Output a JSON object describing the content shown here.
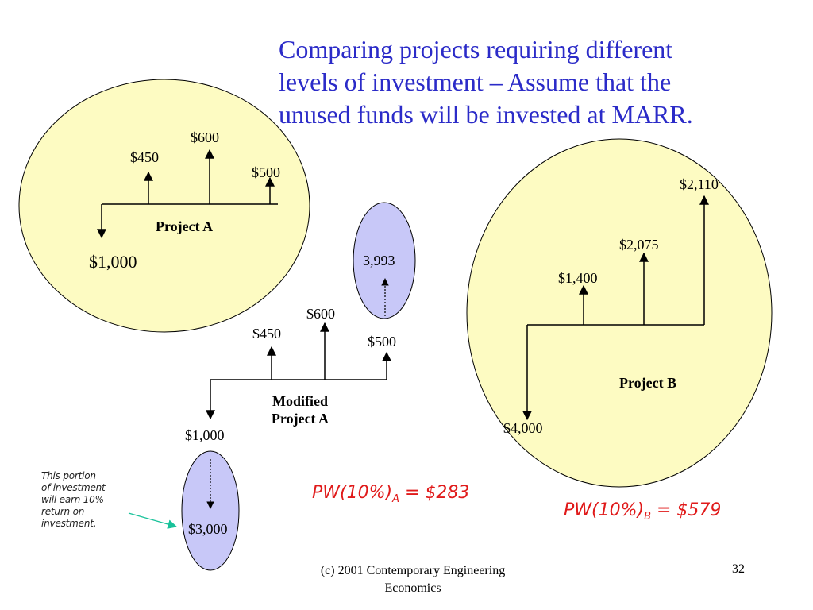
{
  "title": {
    "lines": [
      "Comparing projects requiring different",
      "levels of investment – Assume that the",
      "unused funds will be invested at MARR."
    ]
  },
  "project_a": {
    "name": "Project A",
    "outflow": "$1,000",
    "inflows": [
      "$450",
      "$600",
      "$500"
    ]
  },
  "modified_a": {
    "name_line1": "Modified",
    "name_line2": "Project A",
    "outflow": "$1,000",
    "inflows": [
      "$450",
      "$600",
      "$500"
    ],
    "extra_inflow": "3,993",
    "extra_outflow": "$3,000"
  },
  "project_b": {
    "name": "Project B",
    "outflow": "$4,000",
    "inflows": [
      "$1,400",
      "$2,075",
      "$2,110"
    ]
  },
  "note": {
    "lines": [
      "This portion",
      "of investment",
      "will earn 10%",
      "return on",
      "investment."
    ]
  },
  "pw_a": {
    "prefix": "PW(10%)",
    "sub": "A",
    "value": " = $283"
  },
  "pw_b": {
    "prefix": "PW(10%)",
    "sub": "B",
    "value": " = $579"
  },
  "footer": {
    "line1": "(c) 2001 Contemporary Engineering",
    "line2": "Economics",
    "page": "32"
  },
  "colors": {
    "title": "#2b2bc8",
    "yellow_fill": "#fdfbc2",
    "blue_fill": "#c8c8f8",
    "pw": "#e01a1a",
    "arrow_note": "#19c29a"
  }
}
